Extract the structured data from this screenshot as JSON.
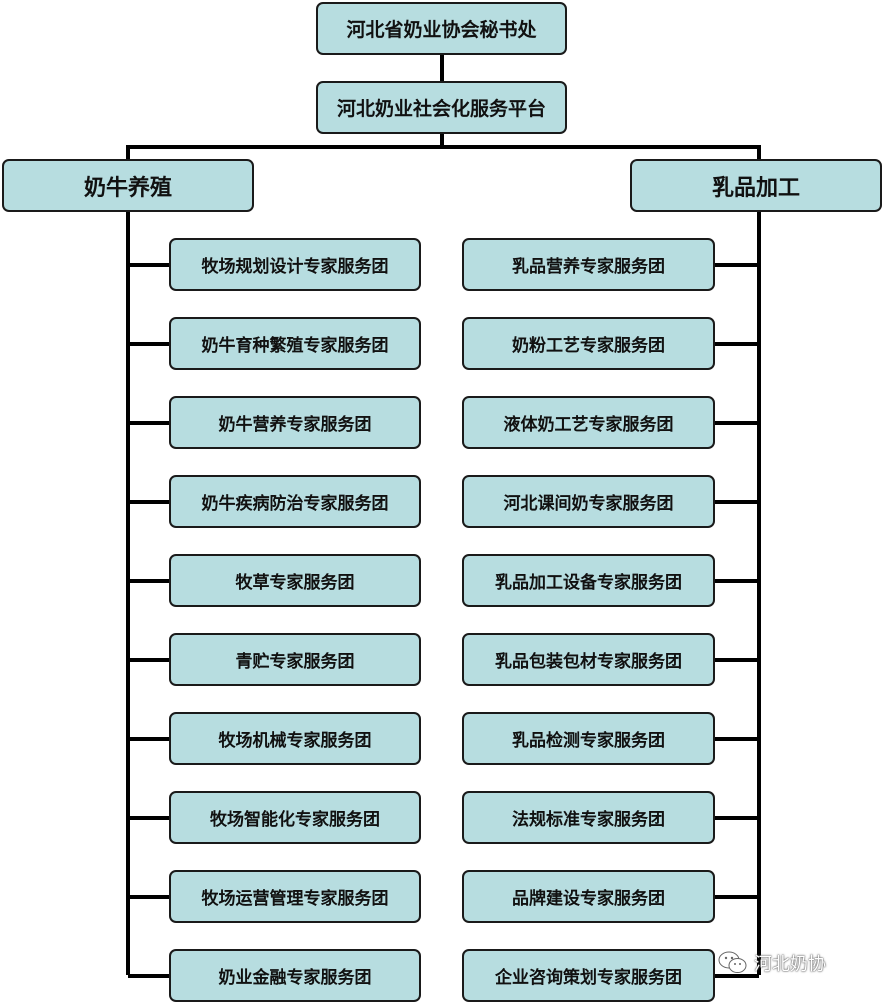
{
  "root": {
    "title": "河北省奶业协会秘书处"
  },
  "platform": {
    "title": "河北奶业社会化服务平台"
  },
  "branches": {
    "left": {
      "title": "奶牛养殖",
      "items": [
        "牧场规划设计专家服务团",
        "奶牛育种繁殖专家服务团",
        "奶牛营养专家服务团",
        "奶牛疾病防治专家服务团",
        "牧草专家服务团",
        "青贮专家服务团",
        "牧场机械专家服务团",
        "牧场智能化专家服务团",
        "牧场运营管理专家服务团",
        "奶业金融专家服务团"
      ]
    },
    "right": {
      "title": "乳品加工",
      "items": [
        "乳品营养专家服务团",
        "奶粉工艺专家服务团",
        "液体奶工艺专家服务团",
        "河北课间奶专家服务团",
        "乳品加工设备专家服务团",
        "乳品包装包材专家服务团",
        "乳品检测专家服务团",
        "法规标准专家服务团",
        "品牌建设专家服务团",
        "企业咨询策划专家服务团"
      ]
    }
  },
  "watermark": {
    "icon": "wechat-icon",
    "text": "河北奶协"
  },
  "colors": {
    "box_fill": "#b7dde0",
    "line": "#000000"
  }
}
